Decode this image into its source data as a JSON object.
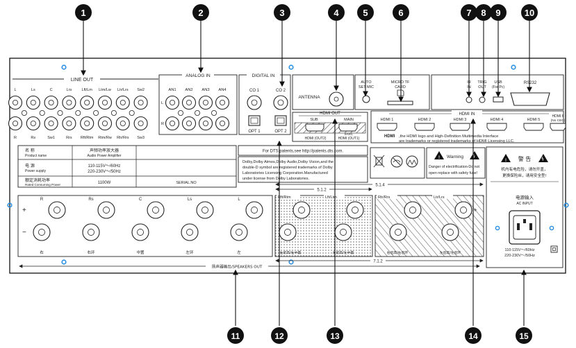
{
  "callouts": [
    "1",
    "2",
    "3",
    "4",
    "5",
    "6",
    "7",
    "8",
    "9",
    "10",
    "11",
    "12",
    "13",
    "14",
    "15"
  ],
  "line_out": {
    "title": "LINE OUT",
    "top_labels": [
      "L",
      "Ls",
      "C",
      "Lrs",
      "Lft/Lm",
      "Ltm/Lw",
      "Ltr/Lrs",
      "Sw2"
    ],
    "bottom_labels": [
      "R",
      "Rs",
      "Sw1",
      "Rrs",
      "Rft/Rtm",
      "Rtm/Rw",
      "Rtr/Rrs",
      "Sw3"
    ]
  },
  "analog_in": {
    "title": "ANALOG IN",
    "labels": [
      "AN1",
      "AN2",
      "AN3",
      "AN4"
    ],
    "side_l": "L",
    "side_r": "R"
  },
  "digital_in": {
    "title": "DIGITAL IN",
    "coax": [
      "CO 1",
      "CO 2"
    ],
    "optical": [
      "OPT 1",
      "OPT 2"
    ]
  },
  "antenna": "ANTENNA",
  "auto_setmic": [
    "AUTO",
    "SET MIC"
  ],
  "micro_tf": [
    "MICRO TF",
    "CARD"
  ],
  "hdmi_out": {
    "title": "HDMI  OUT",
    "sub": "SUB",
    "main": "MAIN",
    "out2": "HDMI (OUT2)",
    "arc": "eARC",
    "out1": "HDMI (OUT1)"
  },
  "ir_in": [
    "IR",
    "IN"
  ],
  "trig_out": [
    "TRIG",
    "OUT"
  ],
  "usb": [
    "USB",
    "(For Pc)"
  ],
  "rs232": "RS232",
  "hdmi_in": {
    "title": "HDMI  IN",
    "ports": [
      "HDMI 1",
      "HDMI 2",
      "HDMI 3",
      "HDMI 4",
      "HDMI 5"
    ],
    "port6": [
      "HDMI 6",
      "(No CEC)"
    ],
    "logo": "HDMI",
    "notice_1": ",the HDMI logo and High-Definition Multimedia Interface",
    "notice_2": "are trademarks or registered trademarks of HDMI Licensing LLC."
  },
  "dts_notice": "For DTS patents,see http://patents.dts.com.",
  "dolby_notice": [
    "Dolby,Dolby Atmos,Dolby Audio,Dolby Vision,and the",
    "double-D symbol are registered trademarks of Dolby",
    "Laboratories Licensing Corporation.Manufactured",
    "under license from Dolby Laboratories."
  ],
  "warning": {
    "title": "Warning",
    "line_1": "Danger of electrification-Do not",
    "line_2": "open replace with safety fuse!"
  },
  "chinese_warning": {
    "title": "警 告",
    "line_1": "机内有电危险，请勿开盖，",
    "line_2": "更换保险丝，请用安全型!"
  },
  "spec_table": {
    "rows": [
      {
        "cn": "名  称",
        "en": "Product name",
        "value_cn": "声频功率放大器",
        "value_en": "Audio Power Amplifier"
      },
      {
        "cn": "电  源",
        "en": "Power supply",
        "value_1": "110-115V～/60Hz",
        "value_2": "220-230V～/50Hz"
      },
      {
        "cn": "额定消耗功率",
        "en": "Rated Consuming Power",
        "value": "1100W",
        "extra": "SERIAL.NO"
      }
    ]
  },
  "speaker_out": {
    "labels": [
      "R",
      "Rs",
      "C",
      "Ls",
      "L"
    ],
    "cn_labels": [
      "右",
      "右环",
      "中置",
      "左环",
      "左"
    ],
    "plus": "+",
    "minus": "−",
    "footer": "扬声器输出/SPEAKERS OUT"
  },
  "zones": {
    "rft": "Rft/Rtm",
    "lft": "Lft/Ltm",
    "rtr": "Rtr/Rrs",
    "ltr": "Ltr/Lrs",
    "rft_cn": "右前高/右中置",
    "lft_cn": "左前高/左中置",
    "rtr_cn": "右后高/右后环",
    "ltr_cn": "左后高/左后环",
    "dim_512": "5.1.2",
    "dim_514": "5.1.4",
    "dim_712": "7.1.2"
  },
  "ac_input": {
    "cn": "电源输入",
    "en": "AC INPUT",
    "v1": "110-115V～/60Hz",
    "v2": "220-230V～/50Hz"
  }
}
